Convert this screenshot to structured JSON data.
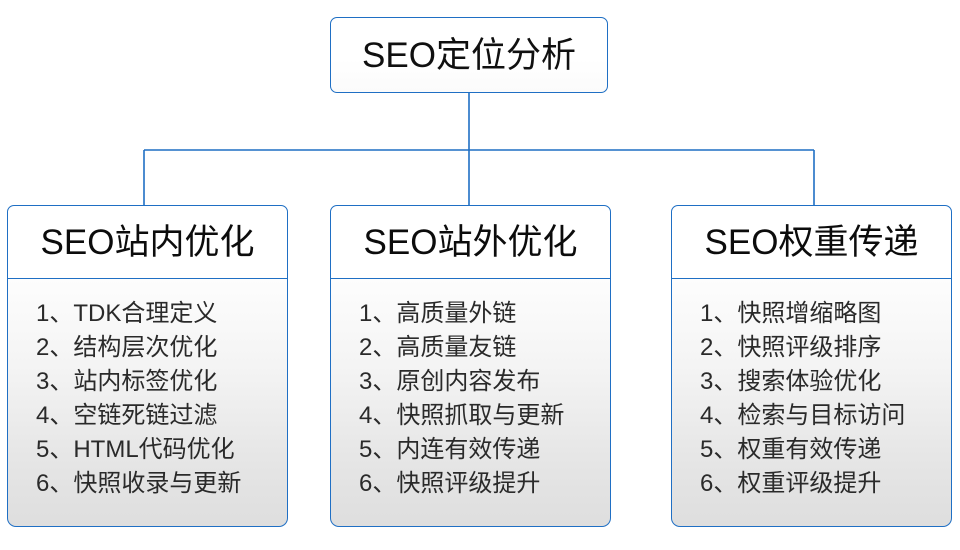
{
  "diagram": {
    "title": "SEO定位分析",
    "root": {
      "label": "SEO定位分析"
    },
    "accent_color": "#1f6fc4",
    "connector_color": "#1f6fc4",
    "body_fill_top": "#fdfdfd",
    "body_fill_bottom": "#dedede",
    "header_fill": "#ffffff",
    "branches": [
      {
        "header": "SEO站内优化",
        "items": [
          "1、TDK合理定义",
          "2、结构层次优化",
          "3、站内标签优化",
          "4、空链死链过滤",
          "5、HTML代码优化",
          "6、快照收录与更新"
        ]
      },
      {
        "header": "SEO站外优化",
        "items": [
          "1、高质量外链",
          "2、高质量友链",
          "3、原创内容发布",
          "4、快照抓取与更新",
          "5、内连有效传递",
          "6、快照评级提升"
        ]
      },
      {
        "header": "SEO权重传递",
        "items": [
          "1、快照增缩略图",
          "2、快照评级排序",
          "3、搜索体验优化",
          "4、检索与目标访问",
          "5、权重有效传递",
          "6、权重评级提升"
        ]
      }
    ]
  }
}
